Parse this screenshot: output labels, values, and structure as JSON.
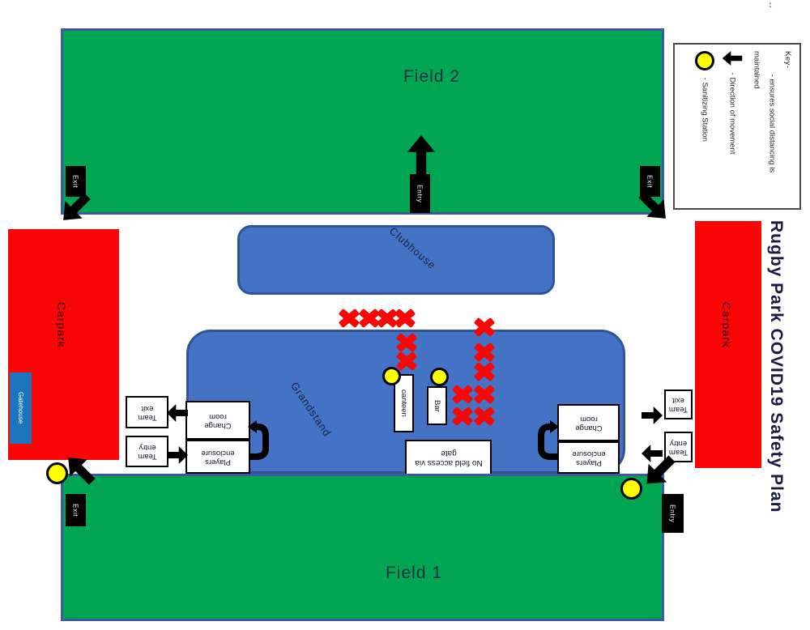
{
  "page": {
    "title_vertical": "Rugby Park COVID19 Safety Plan",
    "corner_mark": ":"
  },
  "legend": {
    "heading": "Key-",
    "social_distancing_label": "- ensures social distancing is maintained",
    "direction_label": "- Direction of movement",
    "sanitizing_label": "- Sanitizing Station"
  },
  "fields": {
    "field2": "Field 2",
    "field1": "Field 1"
  },
  "buildings": {
    "clubhouse": "Clubhouse",
    "grandstand": "Grandstand",
    "carpark": "Carpark",
    "gatehouse": "Gatehouse",
    "canteen": "canteen",
    "bar": "Bar"
  },
  "gates": {
    "entry": "Entry",
    "exit": "Exit"
  },
  "team_flow": {
    "team_exit": "Team exit",
    "team_entry": "Team entry",
    "change_room": "Change room",
    "players_enclosure": "Players enclosure",
    "no_field_access": "No field access via gate"
  },
  "colors": {
    "field_green": "#00a651",
    "field_border_blue": "#3c59a5",
    "building_blue": "#4472c4",
    "building_border_blue": "#2f5597",
    "carpark_red": "#fb0606",
    "x_mark_red": "#f90606",
    "sanitizer_yellow": "#ffff00",
    "gatehouse_blue": "#1b75bc",
    "title_navy": "#191946"
  }
}
